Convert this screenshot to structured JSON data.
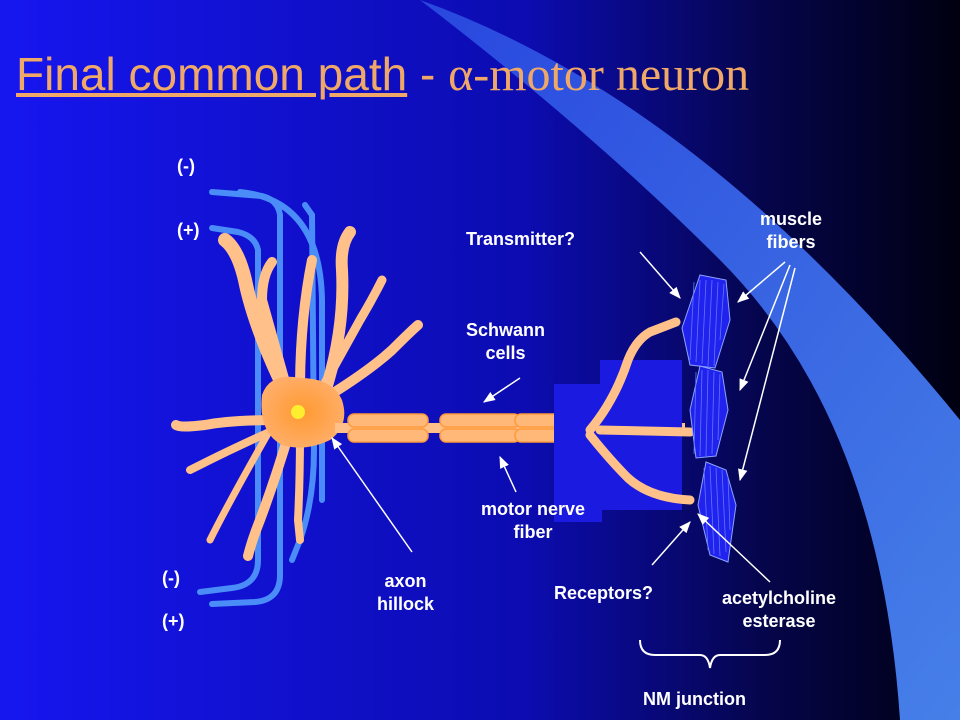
{
  "title": {
    "link_text": "Final common path",
    "separator": " - ",
    "alpha": "α",
    "rest": "-motor neuron"
  },
  "colors": {
    "background_left": "#1414ee",
    "background_right": "#000014",
    "wave": "#3a6ef0",
    "title": "#f0a868",
    "neuron": "#ffb878",
    "neuron_core": "#ff9a3a",
    "input_fibers": "#4a8af8",
    "muscle": "#2222ee",
    "text": "#ffffff"
  },
  "labels": {
    "minus_top": "(-)",
    "plus_top": "(+)",
    "minus_bottom": "(-)",
    "plus_bottom": "(+)",
    "transmitter": "Transmitter?",
    "muscle_fibers_1": "muscle",
    "muscle_fibers_2": "fibers",
    "schwann_1": "Schwann",
    "schwann_2": "cells",
    "motor_nerve_1": "motor nerve",
    "motor_nerve_2": "fiber",
    "axon_hillock_1": "axon",
    "axon_hillock_2": "hillock",
    "receptors": "Receptors?",
    "ache_1": "acetylcholine",
    "ache_2": "esterase",
    "nm_junction": "NM junction"
  }
}
